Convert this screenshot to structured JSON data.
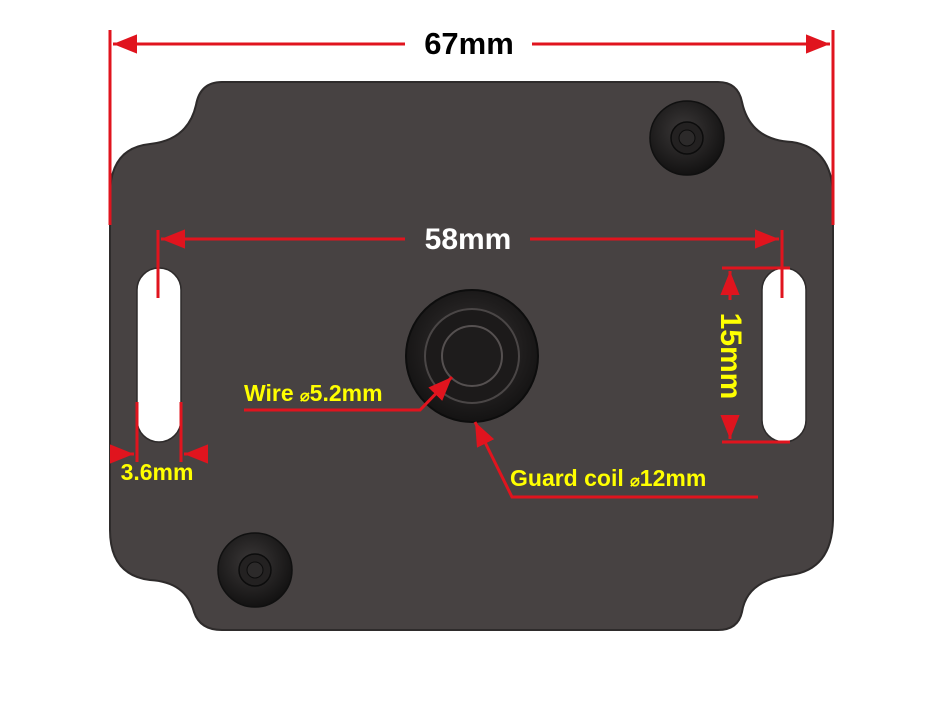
{
  "dimensions": {
    "overall_width": "67mm",
    "slot_spacing": "58mm",
    "slot_length": "15mm",
    "slot_width": "3.6mm"
  },
  "callouts": {
    "wire": {
      "prefix": "Wire ",
      "symbol": "⌀",
      "value": "5.2mm"
    },
    "guard_coil": {
      "prefix": "Guard coil ",
      "symbol": "⌀",
      "value": "12mm"
    }
  },
  "colors": {
    "plate": "#474242",
    "dimension_line": "#e0141e",
    "dimension_text": "#ffffff",
    "callout_text": "#ffff00",
    "background": "#ffffff"
  },
  "icons": {
    "mounting_screw": "screw-icon",
    "center_grommet": "grommet-icon",
    "slot": "slot-icon"
  }
}
